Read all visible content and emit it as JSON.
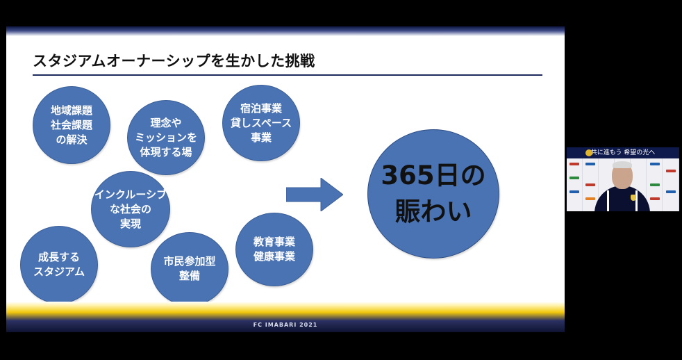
{
  "slide": {
    "title": "スタジアムオーナーシップを生かした挑戦",
    "bubbles": [
      "地域課題\n社会課題\nの解決",
      "理念や\nミッションを\n体現する場",
      "宿泊事業\n貸しスペース\n事業",
      "インクルーシブ\nな社会の\n実現",
      "成長する\nスタジアム",
      "市民参加型\n整備",
      "教育事業\n健康事業"
    ],
    "result": "365日の\n賑わい",
    "footer": "FC IMABARI 2021"
  },
  "webcam": {
    "banner": "共に進もう 希望の光へ"
  },
  "colors": {
    "bubble_fill": "#4a73b3",
    "navy": "#1f2a5c",
    "gold": "#f3c90d"
  }
}
